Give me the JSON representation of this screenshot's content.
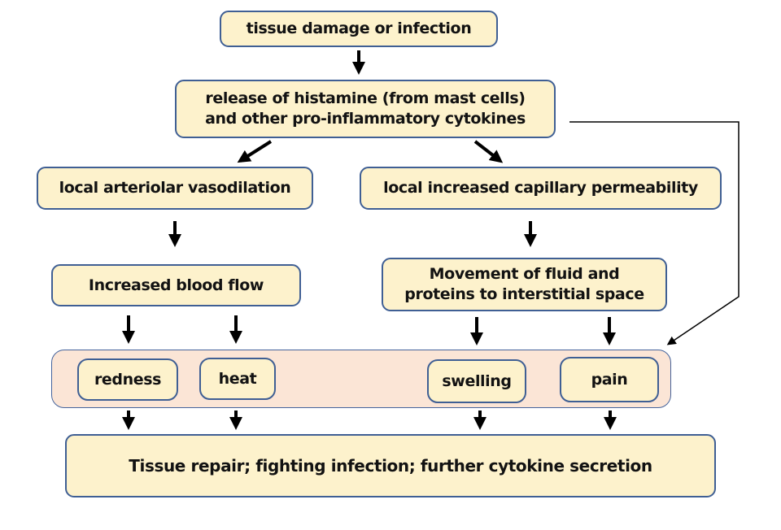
{
  "diagram": {
    "type": "flowchart",
    "topic": "inflammatory response cascade",
    "colors": {
      "node_fill": "#fdf2cc",
      "node_border": "#3f5f94",
      "band_fill": "#fbe5d6",
      "band_border": "#44639c",
      "arrow_color": "#000000",
      "text_color": "#121212",
      "bg_color": "#ffffff"
    },
    "nodes": {
      "tissue_damage": {
        "label": "tissue damage or infection"
      },
      "histamine": {
        "line1": "release of histamine (from mast cells)",
        "line2": "and other pro-inflammatory cytokines"
      },
      "vasodilation": {
        "label": "local arteriolar vasodilation"
      },
      "permeability": {
        "label": "local increased capillary permeability"
      },
      "blood_flow": {
        "label": "Increased blood flow"
      },
      "movement": {
        "line1": "Movement of fluid and",
        "line2": "proteins to interstitial space"
      },
      "redness": {
        "label": "redness"
      },
      "heat": {
        "label": "heat"
      },
      "swelling": {
        "label": "swelling"
      },
      "pain": {
        "label": "pain"
      },
      "outcome": {
        "label": "Tissue repair; fighting infection; further cytokine secretion"
      }
    },
    "edges": [
      "tissue_damage -> histamine",
      "histamine -> vasodilation",
      "histamine -> permeability",
      "vasodilation -> blood_flow",
      "permeability -> movement",
      "blood_flow -> redness",
      "blood_flow -> heat",
      "movement -> swelling",
      "movement -> pain",
      "histamine -> pain (thin side connector)",
      "redness -> outcome",
      "heat -> outcome",
      "swelling -> outcome",
      "pain -> outcome"
    ]
  }
}
